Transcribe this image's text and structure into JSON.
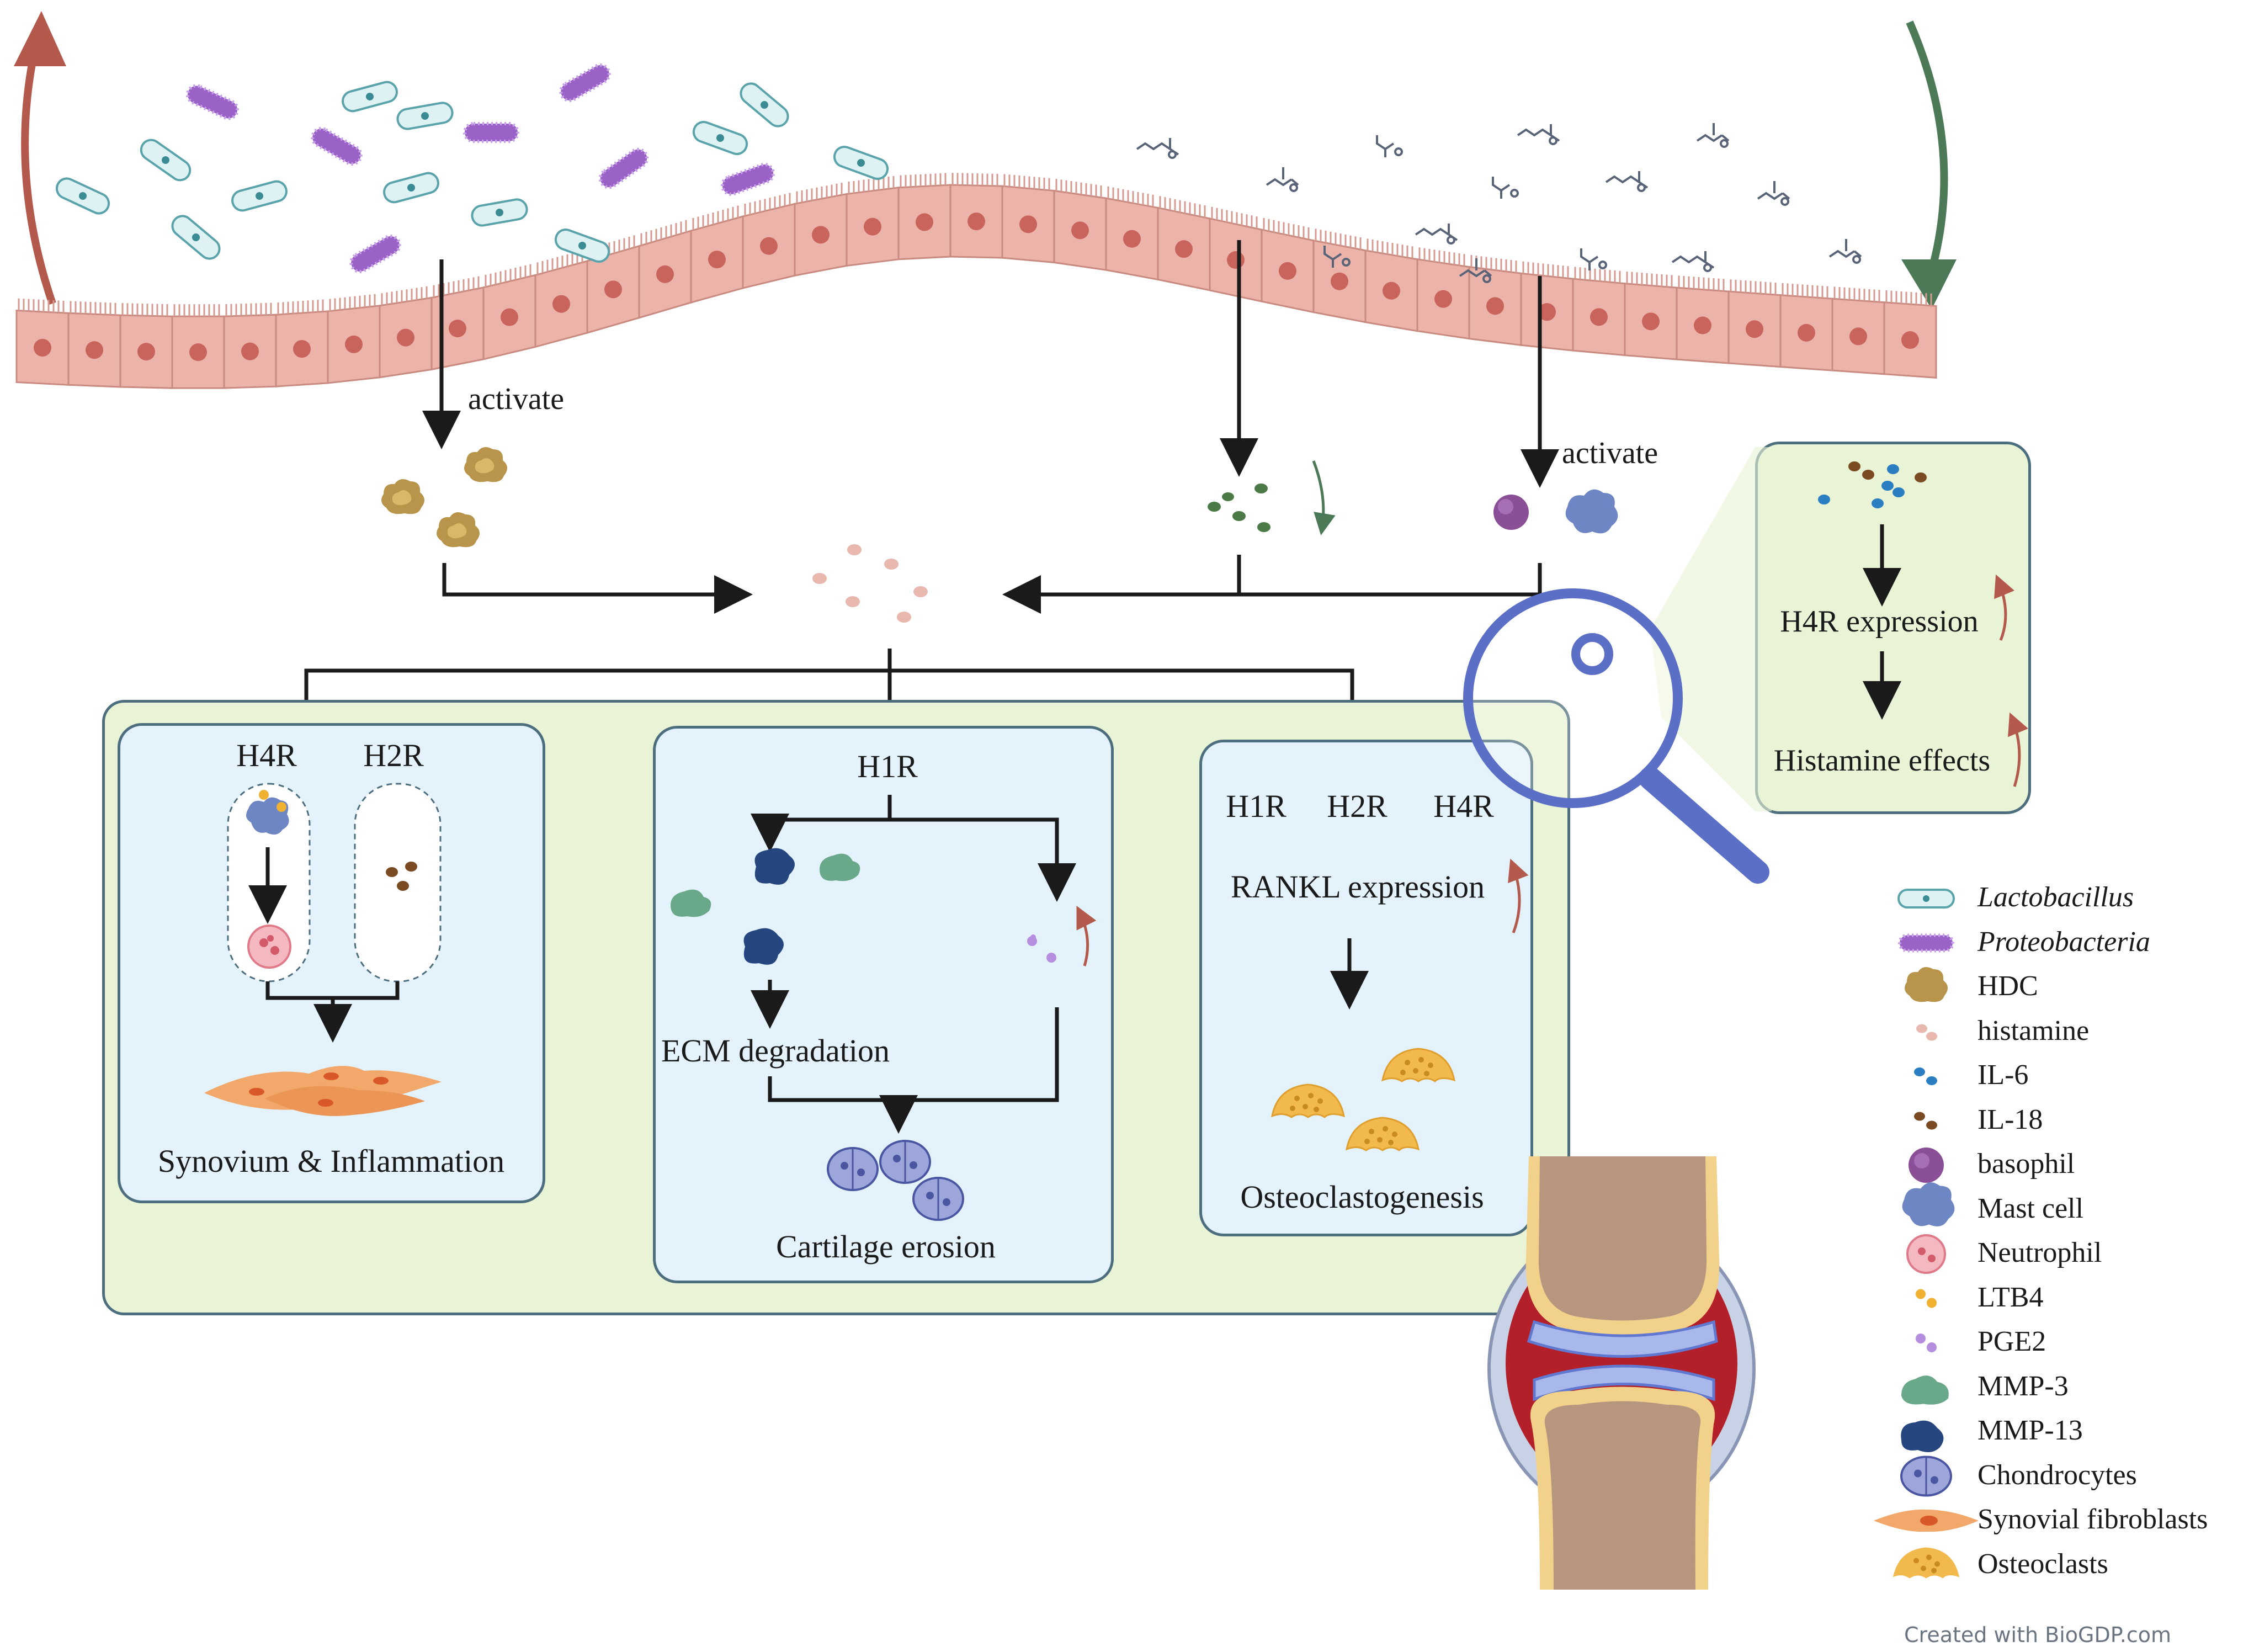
{
  "gut": {
    "activate_left": "activate",
    "activate_right": "activate"
  },
  "box_left": {
    "receptor_a": "H4R",
    "receptor_b": "H2R",
    "caption": "Synovium & Inflammation"
  },
  "box_middle": {
    "receptor": "H1R",
    "step": "ECM degradation",
    "caption": "Cartilage erosion"
  },
  "box_right": {
    "receptor_a": "H1R",
    "receptor_b": "H2R",
    "receptor_c": "H4R",
    "step": "RANKL expression",
    "caption": "Osteoclastogenesis"
  },
  "zoom": {
    "step_1": "H4R expression",
    "step_2": "Histamine effects"
  },
  "legend": [
    {
      "icon": "lactobacillus-icon",
      "label": "Lactobacillus",
      "italic": true
    },
    {
      "icon": "proteobacteria-icon",
      "label": "Proteobacteria",
      "italic": true
    },
    {
      "icon": "hdc-icon",
      "label": "HDC"
    },
    {
      "icon": "histamine-icon",
      "label": "histamine"
    },
    {
      "icon": "il6-icon",
      "label": "IL-6"
    },
    {
      "icon": "il18-icon",
      "label": "IL-18"
    },
    {
      "icon": "basophil-icon",
      "label": "basophil"
    },
    {
      "icon": "mast-cell-icon",
      "label": "Mast cell"
    },
    {
      "icon": "neutrophil-icon",
      "label": "Neutrophil"
    },
    {
      "icon": "ltb4-icon",
      "label": "LTB4"
    },
    {
      "icon": "pge2-icon",
      "label": "PGE2"
    },
    {
      "icon": "mmp3-icon",
      "label": "MMP-3"
    },
    {
      "icon": "mmp13-icon",
      "label": "MMP-13"
    },
    {
      "icon": "chondrocytes-icon",
      "label": "Chondrocytes"
    },
    {
      "icon": "synovial-fibroblasts-icon",
      "label": "Synovial fibroblasts"
    },
    {
      "icon": "osteoclasts-icon",
      "label": "Osteoclasts"
    }
  ],
  "colors": {
    "epithelium": "#ecb3ab",
    "nucleus": "#c9645c",
    "increase_arrow": "#b35a4c",
    "decrease_arrow": "#4c7a56",
    "panel_green": "#e9f3d6",
    "panel_blue": "#e3f2fb",
    "magnifier": "#5b6fc6"
  },
  "credit": "Created with BioGDP.com"
}
